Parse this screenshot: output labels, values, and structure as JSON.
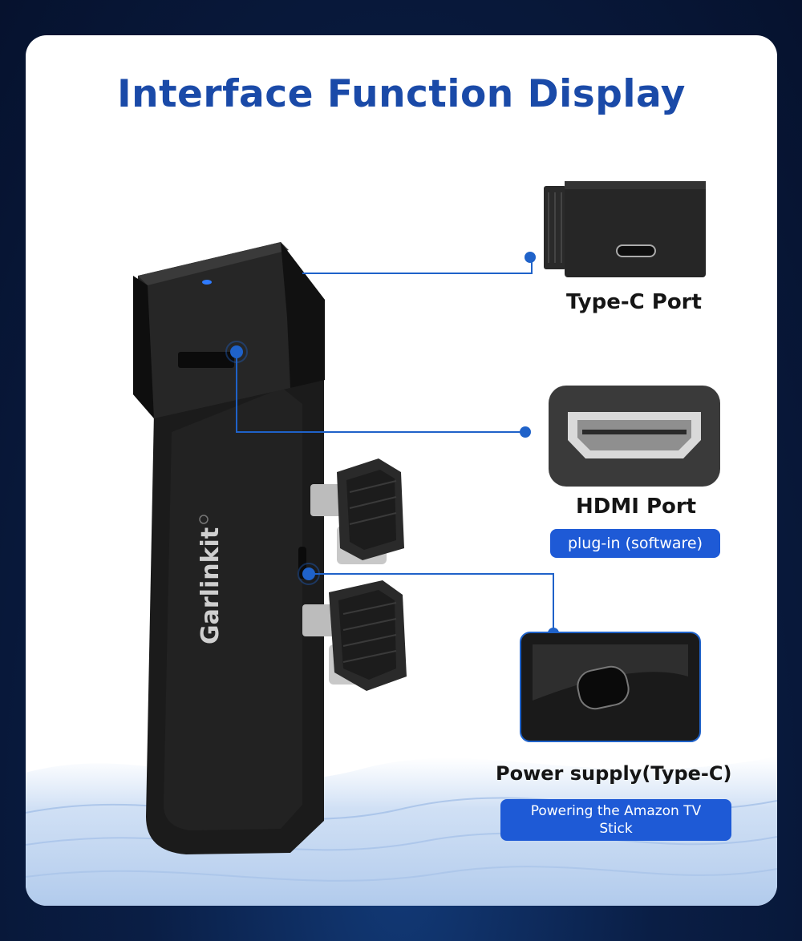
{
  "title": "Interface Function Display",
  "brand": "Garlinkit",
  "ports": [
    {
      "label": "Type-C Port"
    },
    {
      "label": "HDMI Port",
      "note": "plug-in (software)"
    },
    {
      "label": "Power supply(Type-C)",
      "note": "Powering the Amazon TV Stick"
    }
  ],
  "colors": {
    "accent": "#1e5ad6",
    "title": "#1a4aa8",
    "line": "#1f62c9"
  }
}
